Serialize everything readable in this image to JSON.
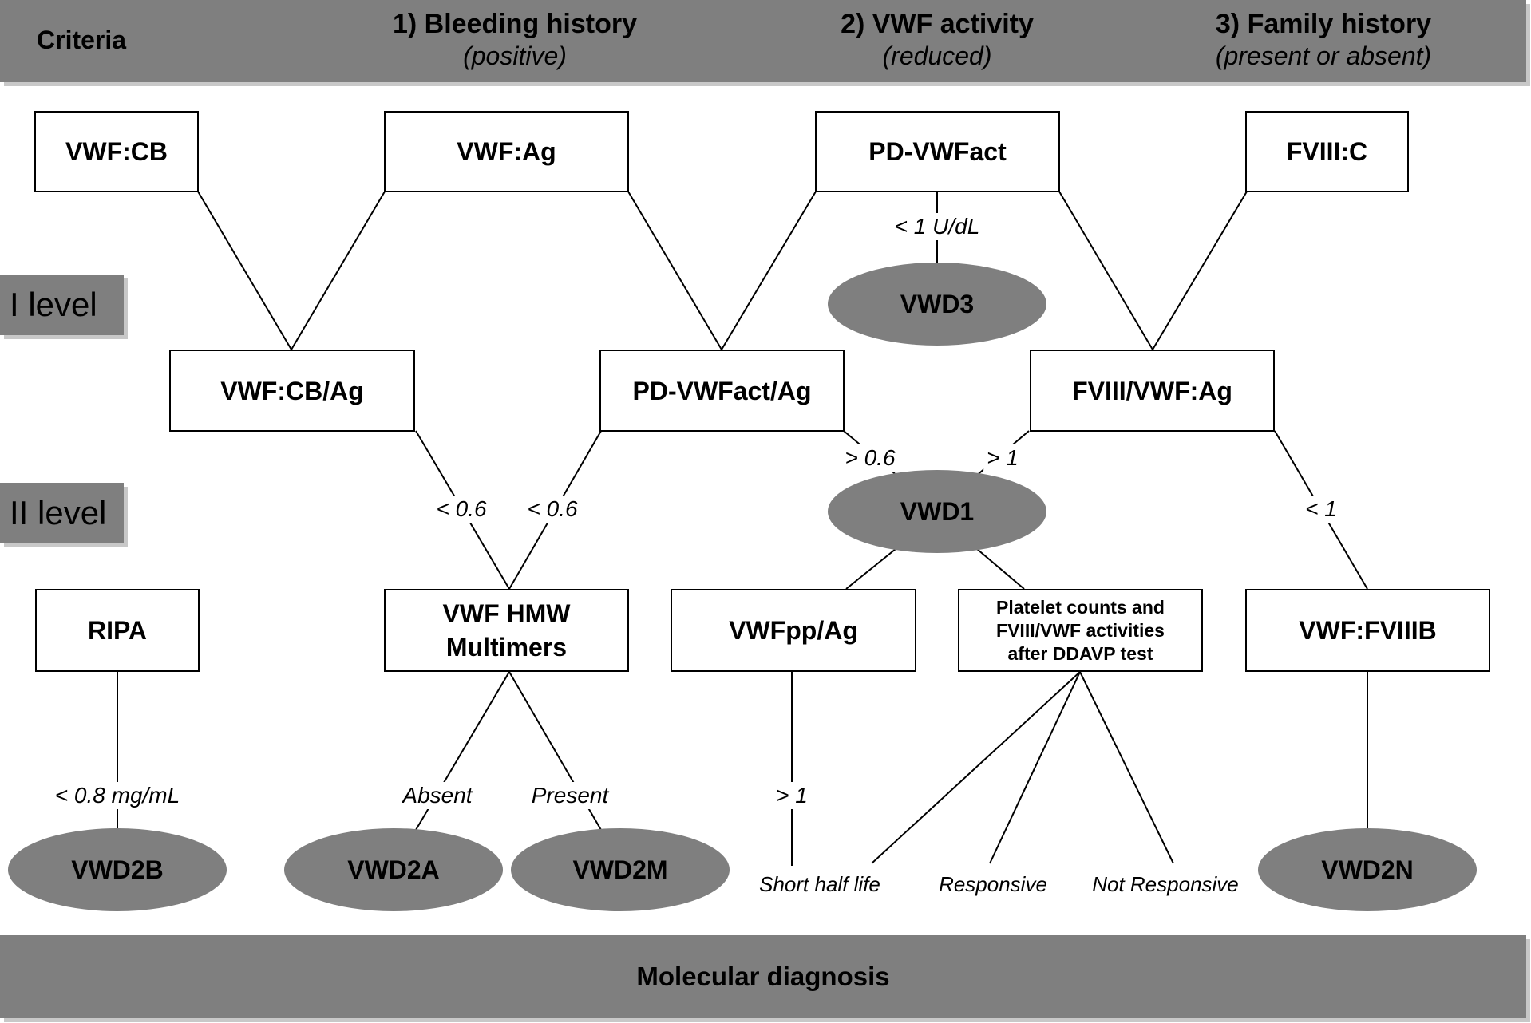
{
  "header": {
    "criteria": "Criteria",
    "col1_title": "1) Bleeding history",
    "col1_sub": "(positive)",
    "col2_title": "2) VWF activity",
    "col2_sub": "(reduced)",
    "col3_title": "3) Family history",
    "col3_sub": "(present or absent)"
  },
  "levels": {
    "level1": "I level",
    "level2": "II level"
  },
  "tests": {
    "vwf_cb": "VWF:CB",
    "vwf_ag": "VWF:Ag",
    "pd_vwfact": "PD-VWFact",
    "fviii_c": "FVIII:C",
    "vwf_cb_ag": "VWF:CB/Ag",
    "pd_vwfact_ag": "PD-VWFact/Ag",
    "fviii_vwf_ag": "FVIII/VWF:Ag",
    "ripa": "RIPA",
    "vwf_hmw_multimers": "VWF HMW\nMultimers",
    "vwfpp_ag": "VWFpp/Ag",
    "ddavp_test": "Platelet counts and\nFVIII/VWF activities\nafter DDAVP test",
    "vwf_fviiib": "VWF:FVIIIB"
  },
  "diagnoses": {
    "vwd3": "VWD3",
    "vwd1": "VWD1",
    "vwd2b": "VWD2B",
    "vwd2a": "VWD2A",
    "vwd2m": "VWD2M",
    "vwd2n": "VWD2N"
  },
  "thresholds": {
    "pd_vwfact_lt1": "< 1 U/dL",
    "cb_ag_lt06": "< 0.6",
    "pd_ag_lt06": "< 0.6",
    "pd_ag_gt06": "> 0.6",
    "fviii_ag_gt1": "> 1",
    "fviii_ag_lt1": "< 1",
    "ripa_lt08": "< 0.8 mg/mL",
    "multimers_absent": "Absent",
    "multimers_present": "Present",
    "vwfpp_gt1": "> 1"
  },
  "outcomes": {
    "short_half_life": "Short half life",
    "responsive": "Responsive",
    "not_responsive": "Not Responsive"
  },
  "footer": {
    "molecular_diagnosis": "Molecular diagnosis"
  }
}
